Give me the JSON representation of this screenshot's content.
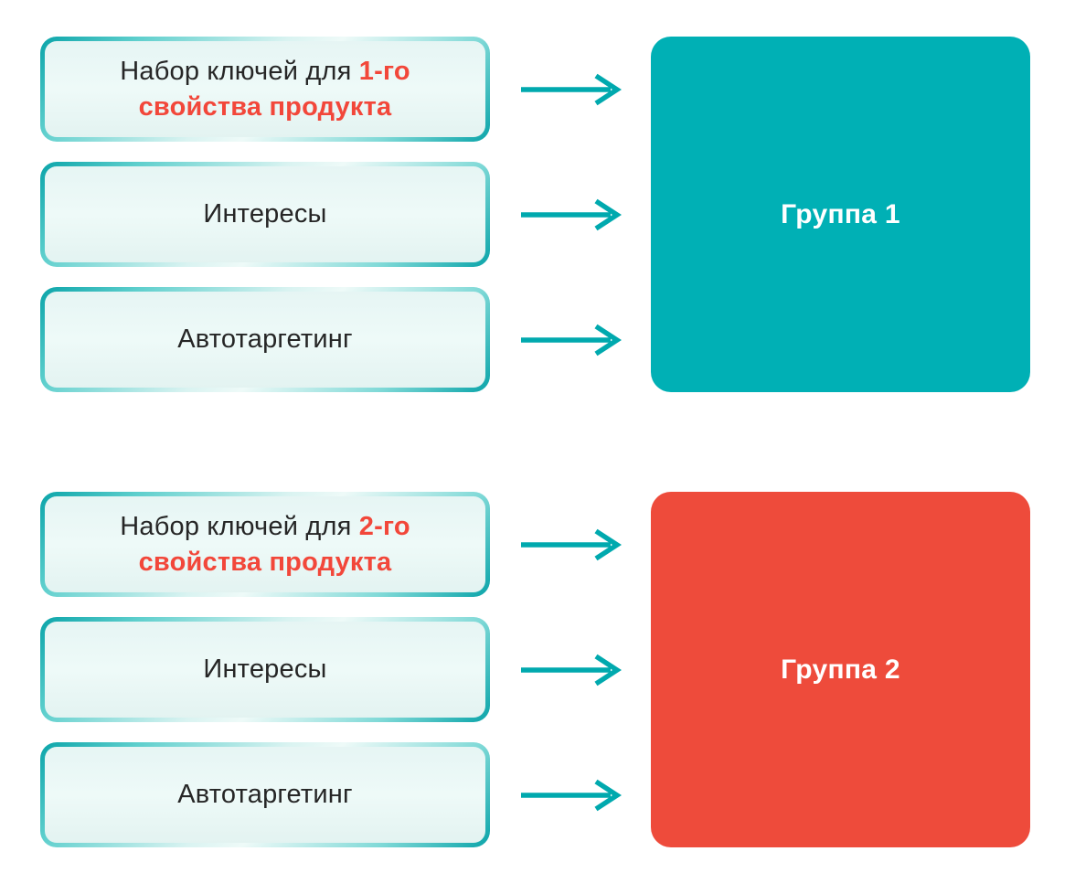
{
  "diagram": {
    "colors": {
      "teal_square": "#00b0b5",
      "red_square": "#ee4b3b",
      "arrow": "#00a9ae",
      "box_border_dark": "#0aa4a9",
      "box_border_light": "#d9f3f1",
      "box_fill": "#e8f6f5",
      "highlight_text": "#f2473a",
      "body_text": "#262626",
      "target_text": "#ffffff"
    },
    "groups": [
      {
        "target": {
          "label": "Группа 1",
          "color": "#00b0b5"
        },
        "sources": [
          {
            "prefix": "Набор ключей для ",
            "highlight": "1-го",
            "line2": "свойства продукта"
          },
          {
            "label": "Интересы"
          },
          {
            "label": "Автотаргетинг"
          }
        ]
      },
      {
        "target": {
          "label": "Группа 2",
          "color": "#ee4b3b"
        },
        "sources": [
          {
            "prefix": "Набор ключей для ",
            "highlight": "2-го",
            "line2": "свойства продукта"
          },
          {
            "label": "Интересы"
          },
          {
            "label": "Автотаргетинг"
          }
        ]
      }
    ]
  }
}
